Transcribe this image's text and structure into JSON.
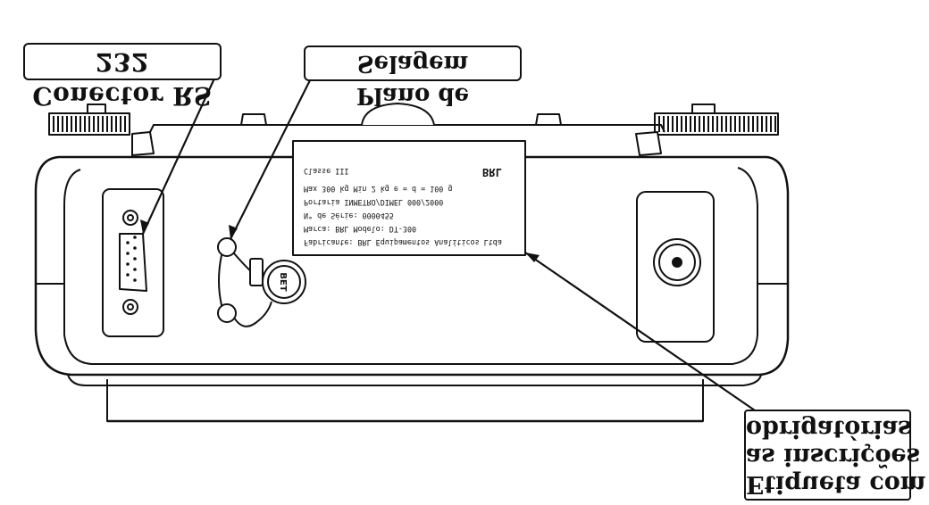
{
  "callouts": {
    "rs232": "Conector RS 232",
    "seal": "Plano de Selagem",
    "label_lines": [
      "obrigatórias",
      "as inscrições",
      "Etiqueta com"
    ]
  },
  "plate": {
    "lines": [
      "Fabricante: BRL Equipamentos Analíticos Ltda",
      "Marca: BRL  Modelo: DT-300",
      "N° de Série: 0000455",
      "Portaria INMETRO/DIMEL 000/2000",
      "Max 300 kg  Min 2 kg  e = d = 100 g",
      "Classe III"
    ],
    "logo": "BRL"
  },
  "seal_tag": "BET",
  "colors": {
    "ink": "#111111",
    "paper": "#ffffff"
  }
}
